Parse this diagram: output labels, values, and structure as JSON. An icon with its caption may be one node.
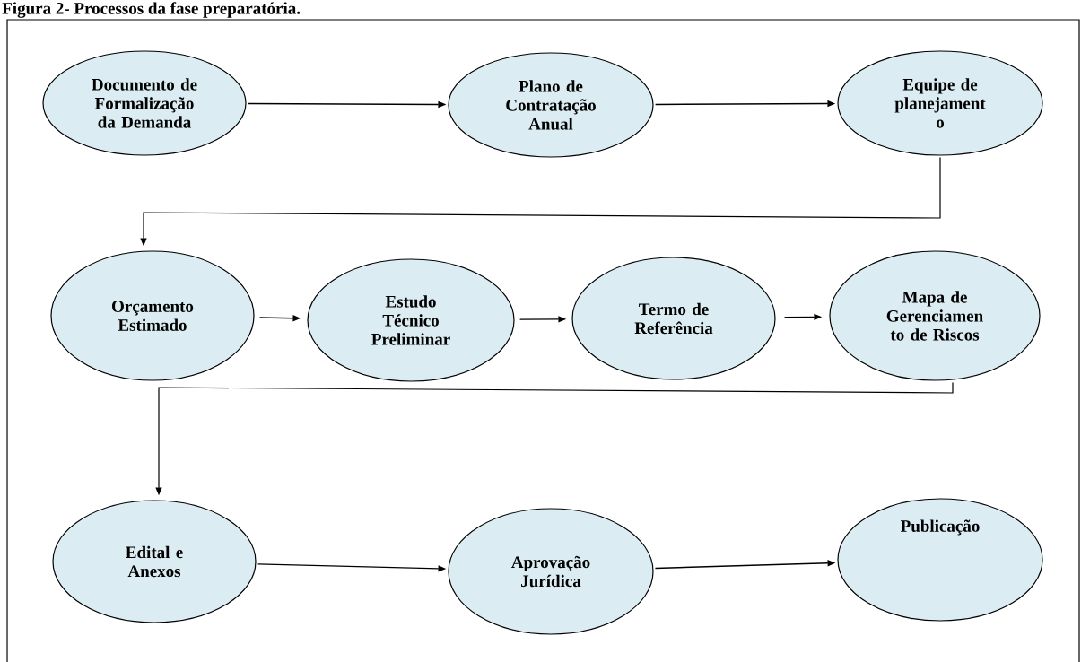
{
  "diagram": {
    "title": "Figura 2- Processos da fase preparatória.",
    "nodes": [
      {
        "text": [
          "Documento de Formalização da Demanda"
        ]
      },
      {
        "text": [
          "Plano de Contratação Anual"
        ]
      },
      {
        "text": [
          "Equipe de planejament o"
        ]
      },
      {
        "text": [
          "Orçamento Estimado"
        ]
      },
      {
        "text": [
          "Estudo Técnico Preliminar"
        ]
      },
      {
        "text": [
          "Termo de Referência"
        ]
      },
      {
        "text": [
          "Mapa de Gerenciamen to de Riscos"
        ]
      },
      {
        "text": [
          "Edital e Anexos"
        ]
      },
      {
        "text": [
          "Aprovação Jurídica"
        ]
      },
      {
        "text": [
          "Publicação"
        ]
      }
    ],
    "edges": [
      {
        "from": 0,
        "to": 1,
        "arrow": "to"
      },
      {
        "from": 1,
        "to": 2,
        "arrow": "to"
      },
      {
        "from": 2,
        "to": 3,
        "arrow": "to"
      },
      {
        "from": 3,
        "to": 4,
        "arrow": "to"
      },
      {
        "from": 4,
        "to": 5,
        "arrow": "to"
      },
      {
        "from": 5,
        "to": 6,
        "arrow": "to"
      },
      {
        "from": 6,
        "to": 7,
        "arrow": "to"
      },
      {
        "from": 7,
        "to": 8,
        "arrow": "to"
      },
      {
        "from": 8,
        "to": 9,
        "arrow": "to"
      }
    ]
  }
}
